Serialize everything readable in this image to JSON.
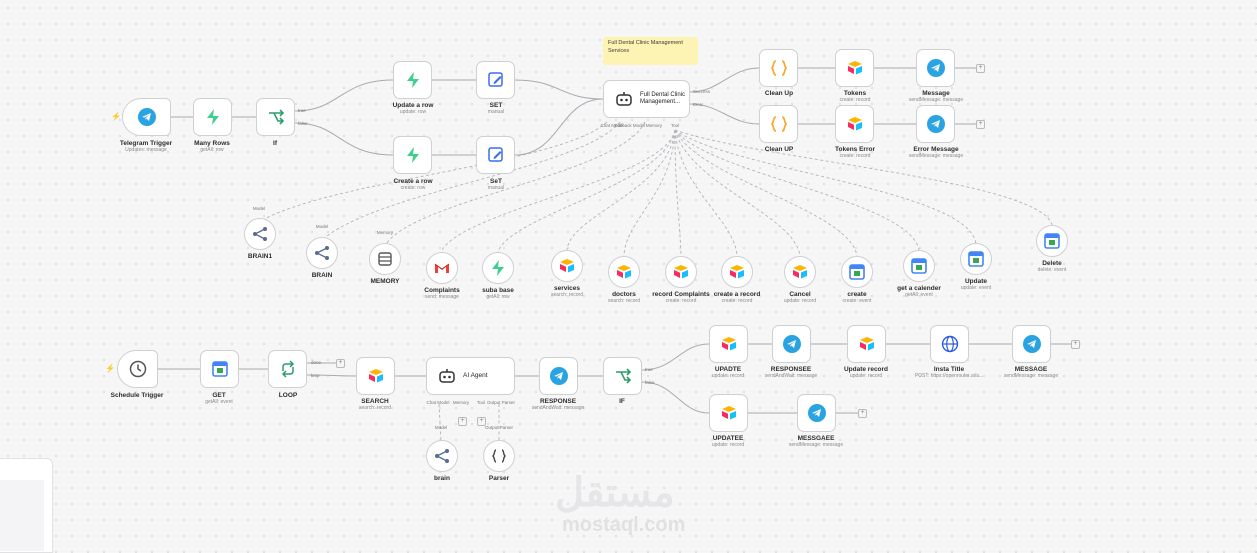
{
  "workflow_1": {
    "sticky_note": "Full Dental Clinic Management Services",
    "nodes": {
      "telegram_trigger": {
        "title": "Telegram Trigger",
        "subtitle": "Updates: message"
      },
      "many_rows": {
        "title": "Many Rows",
        "subtitle": "getAll: row"
      },
      "if": {
        "title": "If",
        "subtitle": "",
        "port_true": "true",
        "port_false": "false"
      },
      "update_row": {
        "title": "Update a row",
        "subtitle": "update: row"
      },
      "create_row": {
        "title": "Create a row",
        "subtitle": "create: row"
      },
      "set_top": {
        "title": "SET",
        "subtitle": "manual"
      },
      "set_bottom": {
        "title": "SeT",
        "subtitle": "manual"
      },
      "agent": {
        "title": "Full Dental Clinic Management...",
        "port_success": "Success",
        "port_error": "Error",
        "port_chat": "Chat Model",
        "port_memory": "Memory",
        "port_tool": "Tool",
        "port_fallback": "Fallback Model"
      },
      "clean_up": {
        "title": "Clean Up",
        "subtitle": ""
      },
      "tokens": {
        "title": "Tokens",
        "subtitle": "create: record"
      },
      "message": {
        "title": "Message",
        "subtitle": "sendMessage: message"
      },
      "clean_up_2": {
        "title": "Clean UP",
        "subtitle": ""
      },
      "tokens_error": {
        "title": "Tokens Error",
        "subtitle": "create: record"
      },
      "error_message": {
        "title": "Error Message",
        "subtitle": "sendMessage: message"
      },
      "brain1": {
        "title": "BRAIN1",
        "port": "Model"
      },
      "brain": {
        "title": "BRAIN",
        "port": "Model"
      },
      "memory": {
        "title": "MEMORY",
        "port": "Memory"
      },
      "complaints": {
        "title": "Complaints",
        "subtitle": "send: message"
      },
      "suba_base": {
        "title": "suba base",
        "subtitle": "getAll: row"
      },
      "services": {
        "title": "services",
        "subtitle": "search: record"
      },
      "doctors": {
        "title": "doctors",
        "subtitle": "search: record"
      },
      "record_complaints": {
        "title": "record Complaints",
        "subtitle": "create: record"
      },
      "create_record": {
        "title": "create a record",
        "subtitle": "create: record"
      },
      "cancel": {
        "title": "Cancel",
        "subtitle": "update: record"
      },
      "create": {
        "title": "create",
        "subtitle": "create: event"
      },
      "get_calender": {
        "title": "get a calender",
        "subtitle": "getAll: event"
      },
      "update": {
        "title": "Update",
        "subtitle": "update: event"
      },
      "delete": {
        "title": "Delete",
        "subtitle": "delete: event"
      }
    }
  },
  "workflow_2": {
    "nodes": {
      "schedule_trigger": {
        "title": "Schedule Trigger",
        "subtitle": ""
      },
      "get": {
        "title": "GET",
        "subtitle": "getAll: event"
      },
      "loop": {
        "title": "LOOP",
        "subtitle": "",
        "port_done": "done",
        "port_loop": "loop"
      },
      "search": {
        "title": "SEARCH",
        "subtitle": "search: record"
      },
      "ai_agent": {
        "title": "AI Agent",
        "port_chat": "Chat Model",
        "port_memory": "Memory",
        "port_tool": "Tool",
        "port_parser": "Output Parser"
      },
      "response": {
        "title": "RESPONSE",
        "subtitle": "sendAndWait: message"
      },
      "if": {
        "title": "IF",
        "subtitle": "",
        "port_true": "true",
        "port_false": "false"
      },
      "updatte": {
        "title": "UPADTE",
        "subtitle": "update: record"
      },
      "responsee": {
        "title": "RESPONSEE",
        "subtitle": "sendAndWait: message"
      },
      "update_record": {
        "title": "Update record",
        "subtitle": "update: record"
      },
      "insta_title": {
        "title": "Insta Title",
        "subtitle": "POST: https://openrouter.ai/a..."
      },
      "message": {
        "title": "MESSAGE",
        "subtitle": "sendMessage: message"
      },
      "updatee": {
        "title": "UPDATEE",
        "subtitle": "update: record"
      },
      "messgaee": {
        "title": "MESSGAEE",
        "subtitle": "sendMessage: message"
      },
      "brain": {
        "title": "brain",
        "port": "Model"
      },
      "parser": {
        "title": "Parser",
        "port": "Output Parser"
      }
    }
  },
  "watermark": {
    "arabic": "مستقل",
    "latin": "mostaql.com"
  },
  "colors": {
    "canvas": "#f6f6f7",
    "edge": "#a9aab0",
    "sticky": "#fdf3b3",
    "telegram": "#2aa3e3",
    "supabase": "#3ecf8e",
    "airtable_yellow": "#fcb400",
    "airtable_blue": "#18bfff",
    "airtable_red": "#f82b60",
    "code": "#f5a623",
    "trigger_bolt": "#f08c1a"
  }
}
